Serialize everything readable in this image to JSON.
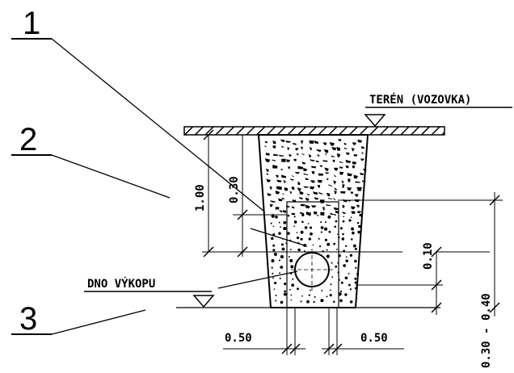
{
  "callouts": [
    {
      "label": "1"
    },
    {
      "label": "2"
    },
    {
      "label": "3"
    }
  ],
  "labels": {
    "terrain": "TERÉN (VOZOVKA)",
    "trench_bottom": "DNO VÝKOPU"
  },
  "dimensions": {
    "depth_total": "1.00",
    "depth_top_layer": "0.30",
    "pipe_bedding": "0.10",
    "bottom_range": "0.30 - 0.40",
    "clearance_left": "0.50",
    "clearance_right": "0.50"
  }
}
